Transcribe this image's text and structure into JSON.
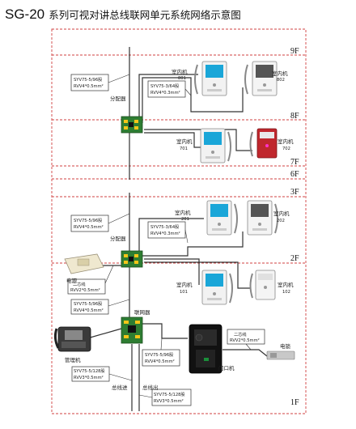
{
  "title": {
    "model": "SG-20",
    "text": "系列可视对讲总线联网单元系统网络示意图"
  },
  "floors": [
    "9F",
    "8F",
    "7F",
    "6F",
    "3F",
    "2F",
    "1F"
  ],
  "distributor_label": "分配器",
  "indoor_unit_label": "室内机",
  "rooms": [
    "801",
    "802",
    "701",
    "702",
    "201",
    "202",
    "101",
    "102"
  ],
  "network_label": "联网器",
  "power_label": "电源",
  "management_label": "管理机",
  "door_unit_label": "门口机",
  "lock_label": "电锁",
  "bus_in_label": "总线进",
  "bus_out_label": "总线出",
  "cables": {
    "floor_riser": [
      "SYV75-5/96股",
      "RVV4*0.5mm²"
    ],
    "indoor_drop": [
      "SYV75-3/64股",
      "RVV4*0.3mm²"
    ],
    "power_line": [
      "二芯线",
      "RVV2*0.5mm²"
    ],
    "door_line": [
      "SYV75-5/96股",
      "RVV4*0.5mm²"
    ],
    "trunk": [
      "SYV75-5/128股",
      "RVV3*0.5mm²"
    ],
    "lock_line": [
      "二芯线",
      "RVV2*0.5mm²"
    ]
  }
}
